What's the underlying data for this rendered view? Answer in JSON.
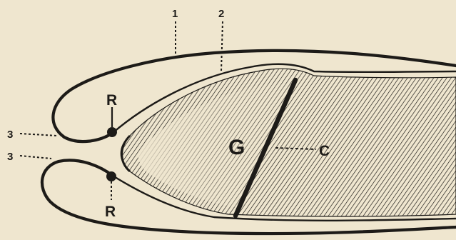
{
  "labels": {
    "membrane_1": "1",
    "membrane_2": "2",
    "layer_3_upper": "3",
    "layer_3_lower": "3",
    "point_r_upper": "R",
    "point_r_lower": "R",
    "structure_g": "G",
    "line_c": "C"
  },
  "colors": {
    "background": "#efe6cf",
    "ink": "#1d1b18"
  }
}
